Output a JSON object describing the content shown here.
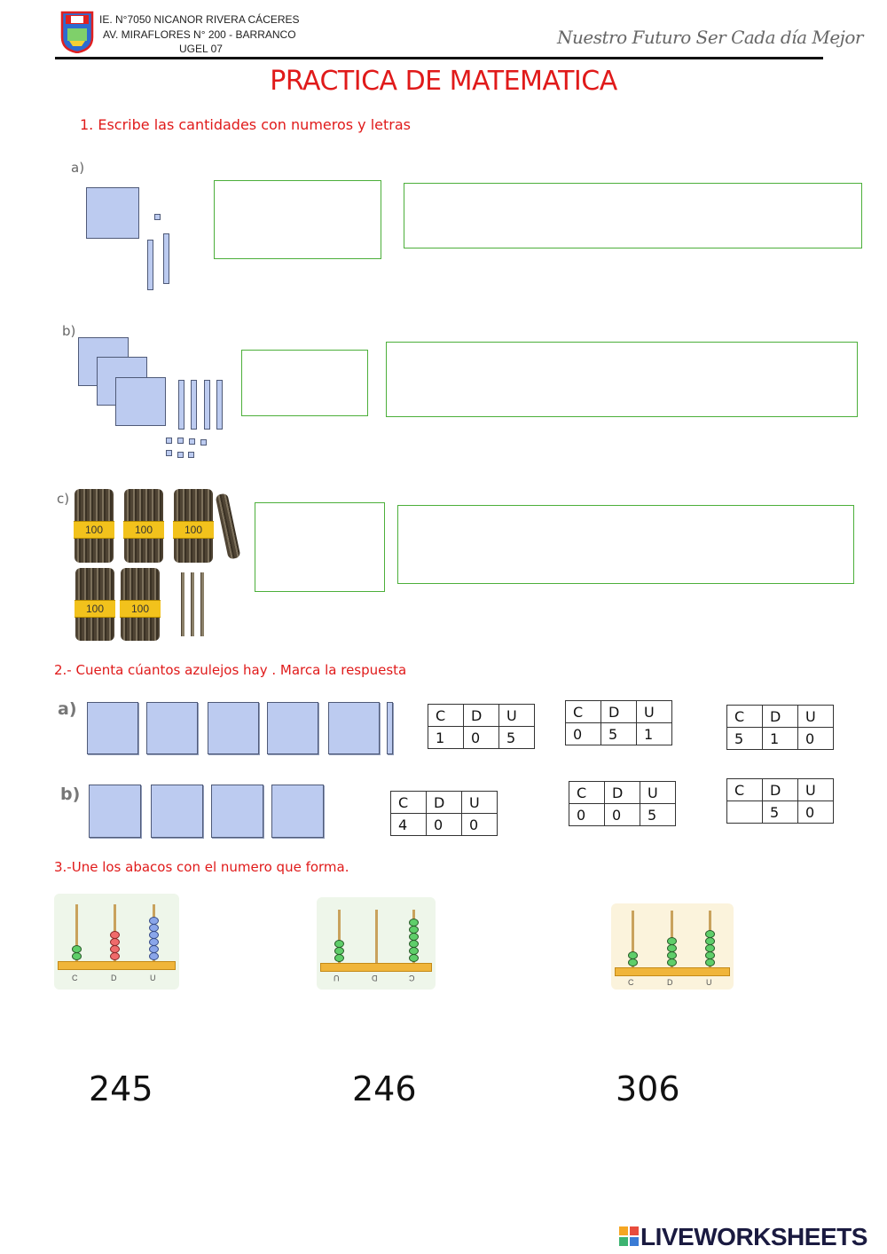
{
  "header": {
    "school_line1": "IE. N°7050 NICANOR RIVERA CÁCERES",
    "school_line2": "AV. MIRAFLORES N° 200 - BARRANCO",
    "school_line3": "UGEL 07",
    "motto": "Nuestro Futuro Ser Cada día Mejor"
  },
  "title": "PRACTICA DE MATEMATICA",
  "section1": {
    "instruction": "1.   Escribe las cantidades  con numeros y letras",
    "labels": [
      "a)",
      "b)",
      "c)"
    ],
    "bundle_label": "100"
  },
  "section2": {
    "instruction": "2.- Cuenta cúantos azulejos hay . Marca la respuesta",
    "labels": [
      "a)",
      "b)"
    ],
    "headers": [
      "C",
      "D",
      "U"
    ],
    "row_a": [
      [
        "1",
        "0",
        "5"
      ],
      [
        "0",
        "5",
        "1"
      ],
      [
        "5",
        "1",
        "0"
      ]
    ],
    "row_b": [
      [
        "4",
        "0",
        "0"
      ],
      [
        "0",
        "0",
        "5"
      ],
      [
        "",
        "5",
        "0"
      ]
    ]
  },
  "section3": {
    "instruction": "3.-Une los abacos con el numero que forma.",
    "abacus_labels": [
      "C",
      "D",
      "U"
    ],
    "numbers": [
      "245",
      "246",
      "306"
    ]
  },
  "footer": {
    "brand": "LIVEWORKSHEETS"
  }
}
